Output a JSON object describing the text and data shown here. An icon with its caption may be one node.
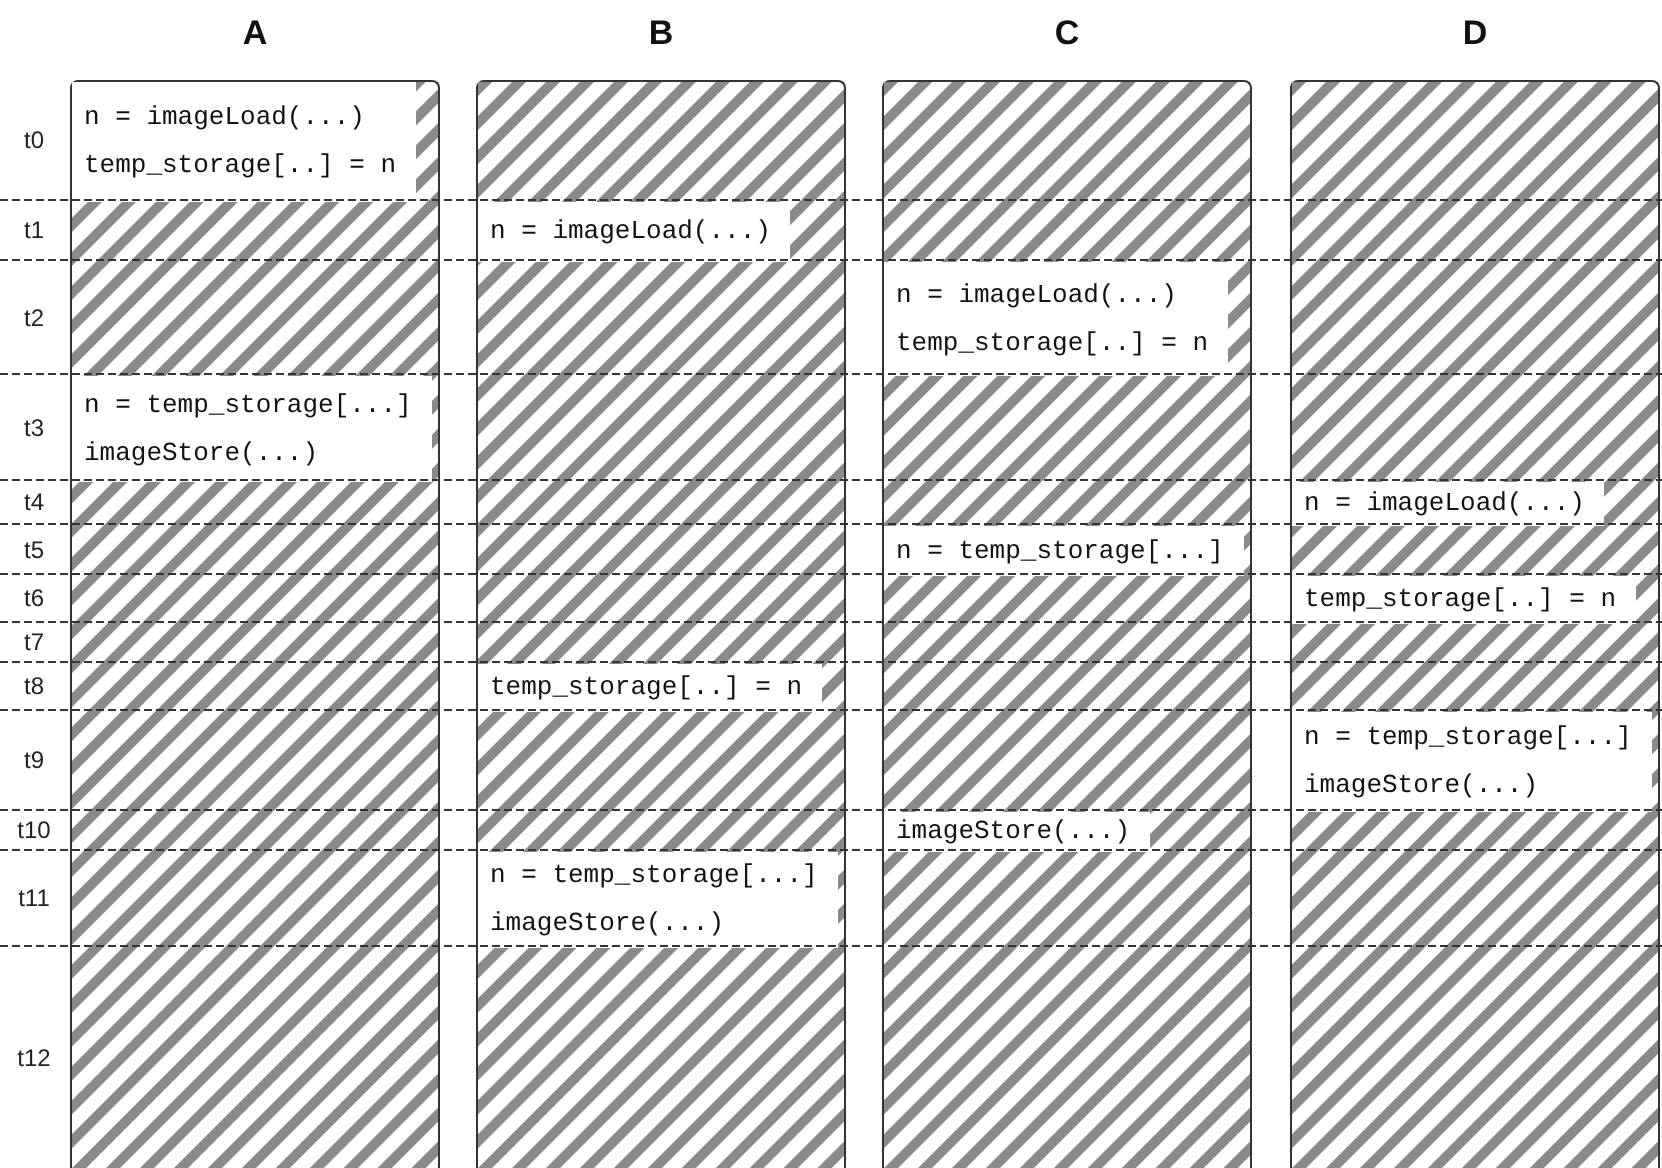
{
  "diagram": {
    "nodes": [
      {
        "text": [
          "A"
        ]
      },
      {
        "text": [
          "n = imageLoad(...)",
          "temp_storage[..] = n"
        ],
        "in": 0
      },
      {
        "text": [
          "n = temp_storage[...]",
          "imageStore(...)"
        ],
        "in": 0
      },
      {
        "text": [
          "B"
        ]
      },
      {
        "text": [
          "n = imageLoad(...)"
        ],
        "in": 3
      },
      {
        "text": [
          "temp_storage[..] = n"
        ],
        "in": 3
      },
      {
        "text": [
          "n = temp_storage[...]",
          "imageStore(...)"
        ],
        "in": 3
      },
      {
        "text": [
          "C"
        ]
      },
      {
        "text": [
          "n = imageLoad(...)",
          "temp_storage[..] = n"
        ],
        "in": 7
      },
      {
        "text": [
          "n = temp_storage[...]"
        ],
        "in": 7
      },
      {
        "text": [
          "imageStore(...)"
        ],
        "in": 7
      },
      {
        "text": [
          "D"
        ]
      },
      {
        "text": [
          "n = imageLoad(...)"
        ],
        "in": 11
      },
      {
        "text": [
          "temp_storage[..] = n"
        ],
        "in": 11
      },
      {
        "text": [
          "n = temp_storage[...]",
          "imageStore(...)"
        ],
        "in": 11
      }
    ],
    "labels": [
      "t0",
      "t1",
      "t2",
      "t3",
      "t4",
      "t5",
      "t6",
      "t7",
      "t8",
      "t9",
      "t10",
      "t11",
      "t12"
    ]
  }
}
